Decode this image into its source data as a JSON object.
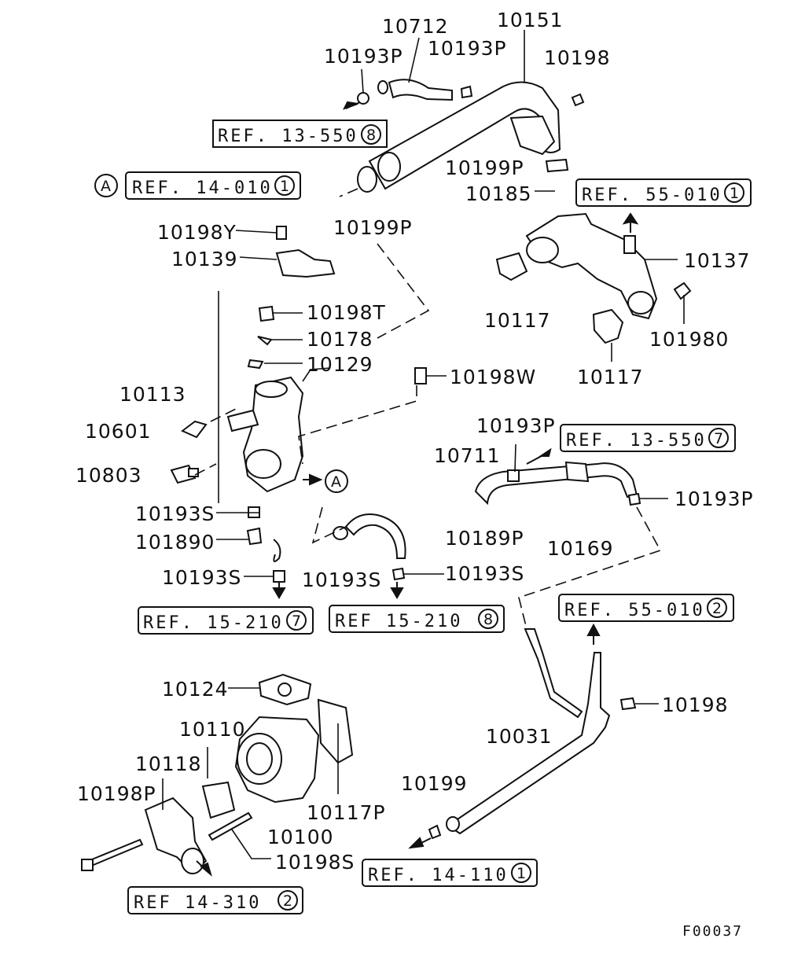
{
  "part_labels": [
    "10712",
    "10151",
    "10193P",
    "10193P",
    "10198",
    "10199P",
    "10185",
    "10199P",
    "10198Y",
    "10139",
    "10137",
    "10198T",
    "10117",
    "10178",
    "101980",
    "10129",
    "10117",
    "10198W",
    "10113",
    "10601",
    "10803",
    "10193P",
    "10711",
    "10193P",
    "10189P",
    "10169",
    "10193S",
    "101890",
    "10193S",
    "10193S",
    "10193S",
    "10124",
    "10110",
    "10198",
    "10118",
    "10031",
    "10198P",
    "10199",
    "10117P",
    "10100",
    "10198S"
  ],
  "ref_boxes": [
    {
      "text": "REF. 13-550",
      "num": "8"
    },
    {
      "text": "REF. 14-010",
      "num": "1"
    },
    {
      "text": "REF. 55-010",
      "num": "1"
    },
    {
      "text": "REF. 13-550",
      "num": "7"
    },
    {
      "text": "REF. 15-210",
      "num": "7"
    },
    {
      "text": "REF  15-210",
      "num": "8"
    },
    {
      "text": "REF. 55-010",
      "num": "2"
    },
    {
      "text": "REF. 14-110",
      "num": "1"
    },
    {
      "text": "REF  14-310",
      "num": "2"
    }
  ],
  "markers": [
    "A",
    "A"
  ],
  "diagram_code": "F00037"
}
